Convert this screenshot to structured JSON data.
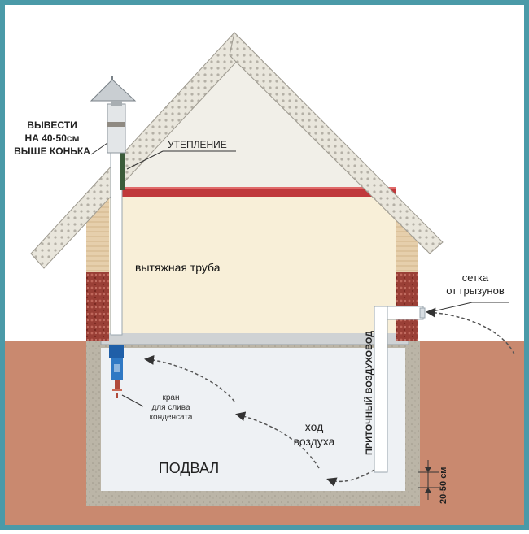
{
  "labels": {
    "chimney_note": [
      "ВЫВЕСТИ",
      "НА 40-50см",
      "ВЫШЕ КОНЬКА"
    ],
    "insulation": "УТЕПЛЕНИЕ",
    "exhaust_pipe": "вытяжная труба",
    "rodent_mesh": [
      "сетка",
      "от грызунов"
    ],
    "supply_duct": "ПРИТОЧНЫЙ ВОЗДУХОВОД",
    "drain_valve": [
      "кран",
      "для слива",
      "конденсата"
    ],
    "air_flow": [
      "ход",
      "воздуха"
    ],
    "basement": "ПОДВАЛ",
    "height_dim": "20-50 см"
  },
  "colors": {
    "frame": "#4a9aa8",
    "soil": "#c9896f",
    "roof": "#ece9df",
    "gable": "#f1efe8",
    "wall": "#f8efd8",
    "basement": "#eef1f4",
    "concrete": "#bab4a6",
    "beam": "#c0393b",
    "brick": "#a4453c",
    "pipe": "#1f5fa8"
  },
  "icons": {
    "chimney_cap": "chimney-cap-icon",
    "valve": "valve-icon"
  }
}
